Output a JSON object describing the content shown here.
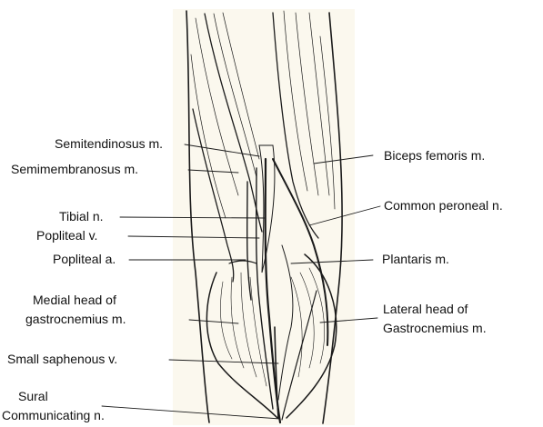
{
  "labels": {
    "semitendinosus": "Semitendinosus m.",
    "semimembranosus": "Semimembranosus m.",
    "tibial_n": "Tibial n.",
    "popliteal_v": "Popliteal v.",
    "popliteal_a": "Popliteal a.",
    "medial_head_1": "Medial head of",
    "medial_head_2": "gastrocnemius m.",
    "small_saphenous": "Small saphenous v.",
    "sural_1": "Sural",
    "sural_2": "Communicating n.",
    "biceps_femoris": "Biceps femoris m.",
    "common_peroneal": "Common peroneal n.",
    "plantaris": "Plantaris m.",
    "lateral_head_1": "Lateral head of",
    "lateral_head_2": "Gastrocnemius m."
  },
  "colors": {
    "background": "#ffffff",
    "illustration_bg": "#fbf8ee",
    "ink": "#1a1a1a"
  }
}
